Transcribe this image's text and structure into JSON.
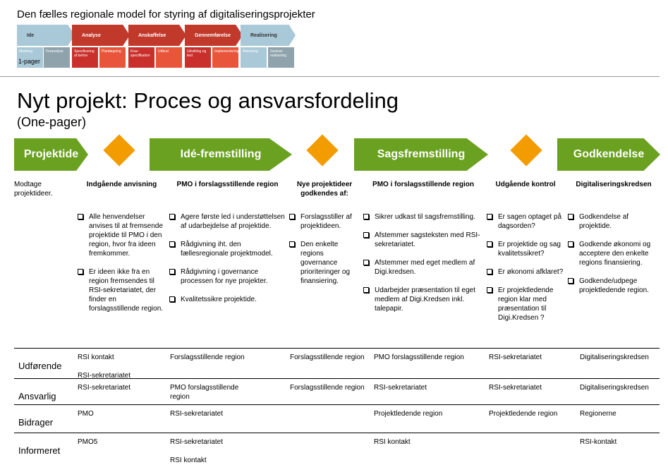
{
  "top_title": "Den fælles regionale model for styring af digitaliseringsprojekter",
  "phases": [
    {
      "label": "Ide",
      "color": "#a9c8d8"
    },
    {
      "label": "Analyse",
      "color": "#c0392b"
    },
    {
      "label": "Anskaffelse",
      "color": "#c0392b"
    },
    {
      "label": "Gennemførelse",
      "color": "#c0392b"
    },
    {
      "label": "Realisering",
      "color": "#a9c8d8"
    }
  ],
  "subphases": [
    {
      "label": "Modning",
      "color": "#a9c8d8"
    },
    {
      "label": "Foranalyse",
      "color": "#8fa3ad"
    },
    {
      "label": "Specificering af behov",
      "color": "#c9302c"
    },
    {
      "label": "Planlægning",
      "color": "#e8553a"
    },
    {
      "label": "Krav-specifikation",
      "color": "#c9302c"
    },
    {
      "label": "Udbud",
      "color": "#e8553a"
    },
    {
      "label": "Udvikling og test",
      "color": "#c9302c"
    },
    {
      "label": "Implementering",
      "color": "#e8553a"
    },
    {
      "label": "Afslutning",
      "color": "#a9c8d8"
    },
    {
      "label": "Gevinst-realisering",
      "color": "#8fa3ad"
    }
  ],
  "one_pager_label": "1-pager",
  "title": "Nyt projekt: Proces og ansvarsfordeling",
  "subtitle": "(One-pager)",
  "steps": [
    "Projektide",
    "Idé-fremstilling",
    "Sagsfremstilling",
    "Godkendelse"
  ],
  "columns": [
    {
      "heading": "",
      "items": [],
      "plain": "Modtage projektideer."
    },
    {
      "heading": "Indgående anvisning",
      "items": [
        "Alle henvendelser anvises til at fremsende projektide til PMO i den region, hvor fra ideen fremkommer.",
        "Er ideen ikke fra en region fremsendes til RSI-sekretariatet, der finder en forslagsstillende region."
      ]
    },
    {
      "heading": "PMO i forslagsstillende region",
      "items": [
        "Agere første led i understøttelsen af udarbejdelse af projektide.",
        "Rådgivning iht. den fællesregionale projektmodel.",
        "Rådgivning i governance processen for nye projekter.",
        "Kvalitetssikre projektide."
      ]
    },
    {
      "heading": "Nye projektideer godkendes af:",
      "items": [
        "Forslagsstiller af projektideen.",
        "Den enkelte regions governance prioriteringer og finansiering."
      ]
    },
    {
      "heading": "PMO i forslagsstillende region",
      "items": [
        "Sikrer udkast til sagsfremstilling.",
        "Afstemmer sagsteksten med RSI-sekretariatet.",
        "Afstemmer med eget medlem af Digi.kredsen.",
        "Udarbejder præsentation til eget medlem af Digi.Kredsen inkl. talepapir."
      ]
    },
    {
      "heading": "Udgående kontrol",
      "items": [
        "Er sagen optaget på dagsorden?",
        "Er projektide og sag kvalitetssikret?",
        "Er økonomi afklaret?",
        "Er projektledende region klar med præsentation til Digi.Kredsen ?"
      ]
    },
    {
      "heading": "Digitaliseringskredsen",
      "items": [
        "Godkendelse af projektide.",
        "Godkende økonomi og acceptere den enkelte regions finansiering.",
        "Godkende/udpege projektledende region."
      ]
    }
  ],
  "roles": [
    {
      "label": "Udførende",
      "cells": [
        "RSI kontakt\n\nRSI-sekretariatet",
        "Forslagsstillende region",
        "Forslagsstillende region",
        "PMO  forslagsstillende region",
        "RSI-sekretariatet",
        "Digitaliseringskredsen"
      ]
    },
    {
      "label": "Ansvarlig",
      "cells": [
        "RSI-sekretariatet",
        "PMO  forslagsstillende region",
        " Forslagsstillende region",
        "RSI-sekretariatet",
        "RSI-sekretariatet",
        "Digitaliseringskredsen"
      ]
    },
    {
      "label": "Bidrager",
      "cells": [
        "PMO",
        "RSI-sekretariatet",
        "",
        "Projektledende  region",
        "Projektledende  region",
        "Regionerne"
      ]
    },
    {
      "label": "Informeret",
      "cells": [
        "PMO5",
        "RSI-sekretariatet\n\nRSI kontakt",
        "",
        "RSI kontakt",
        "",
        "RSI-kontakt"
      ]
    }
  ]
}
